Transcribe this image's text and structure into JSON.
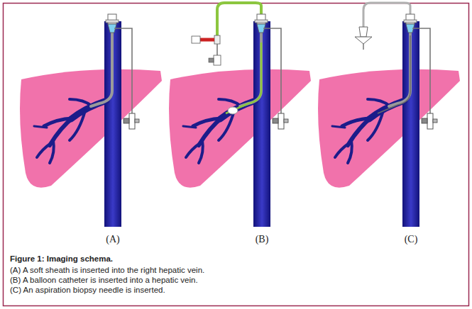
{
  "diagram": {
    "caption": "Figure 1: Imaging schema.",
    "labels": [
      "(A)",
      "(B)",
      "(C)",
      "(A) A soft sheath is inserted into the right hepatic vein.",
      "(B) A balloon catheter is inserted into a hepatic vein.",
      "(C) An aspiration biopsy needle is inserted."
    ]
  }
}
